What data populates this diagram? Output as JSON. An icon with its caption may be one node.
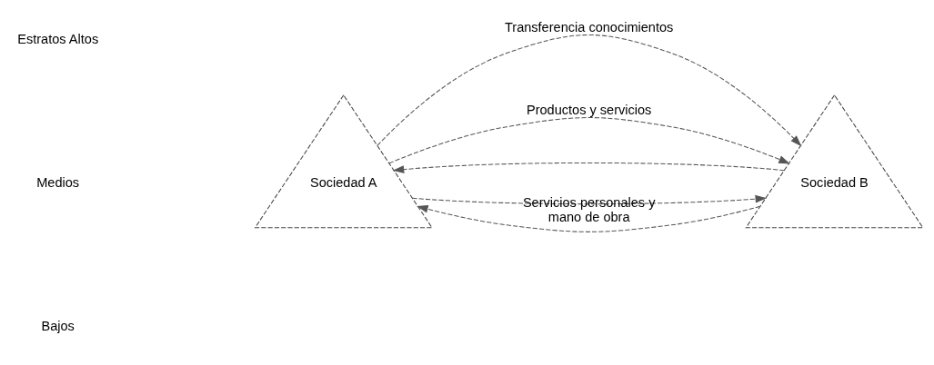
{
  "diagram": {
    "nodes": [
      {
        "text": [
          "Sociedad A"
        ]
      },
      {
        "text": [
          "Sociedad B"
        ]
      }
    ],
    "edges": [
      {
        "from": 0,
        "to": 1,
        "arrow": "to",
        "label": "Transferencia conocimientos",
        "style": "dashed"
      },
      {
        "from": 0,
        "to": 1,
        "arrow": "to",
        "label": "Productos y servicios",
        "style": "dashed"
      },
      {
        "from": 0,
        "to": 1,
        "arrow": "to",
        "style": "dashed"
      },
      {
        "from": 1,
        "to": 0,
        "arrow": "to",
        "style": "dashed"
      },
      {
        "from": 1,
        "to": 0,
        "arrow": "to",
        "label": "Servicios personales y mano de obra",
        "style": "dashed"
      }
    ],
    "labels": [
      "Estratos Altos",
      "Medios",
      "Bajos"
    ]
  }
}
